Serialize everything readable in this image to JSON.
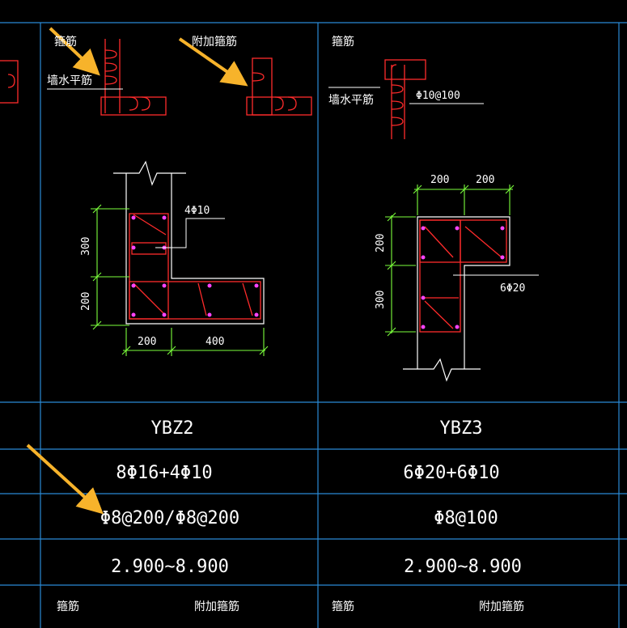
{
  "colors": {
    "background": "#000000",
    "grid_lines": "#2a8ad6",
    "rebar_outline": "#ff2b2b",
    "concrete_outline": "#ffffff",
    "dimension_lines": "#7cff3c",
    "dots": "#ff44ff",
    "arrows": "#f7b32b",
    "text": "#ffffff"
  },
  "column_left": {
    "label_hoop": "箍筋",
    "label_wall_horizontal": "墙水平筋",
    "label_extra_hoop": "附加箍筋",
    "section_note": "4Φ10",
    "dim_height_top": "300",
    "dim_height_bottom": "200",
    "dim_width_left": "200",
    "dim_width_right": "400"
  },
  "column_right": {
    "label_hoop": "箍筋",
    "label_wall_horizontal": "墙水平筋",
    "detail_note": "Φ10@100",
    "section_note": "6Φ20",
    "dim_width_left": "200",
    "dim_width_right": "200",
    "dim_height_top": "200",
    "dim_height_bottom": "300"
  },
  "table": {
    "ybz2": {
      "name": "YBZ2",
      "longitudinal": "8Φ16+4Φ10",
      "stirrup": "Φ8@200/Φ8@200",
      "elevation": "2.900~8.900",
      "footer_hoop": "箍筋",
      "footer_extra_hoop": "附加箍筋"
    },
    "ybz3": {
      "name": "YBZ3",
      "longitudinal": "6Φ20+6Φ10",
      "stirrup": "Φ8@100",
      "elevation": "2.900~8.900",
      "footer_hoop": "箍筋",
      "footer_extra_hoop": "附加箍筋"
    }
  }
}
